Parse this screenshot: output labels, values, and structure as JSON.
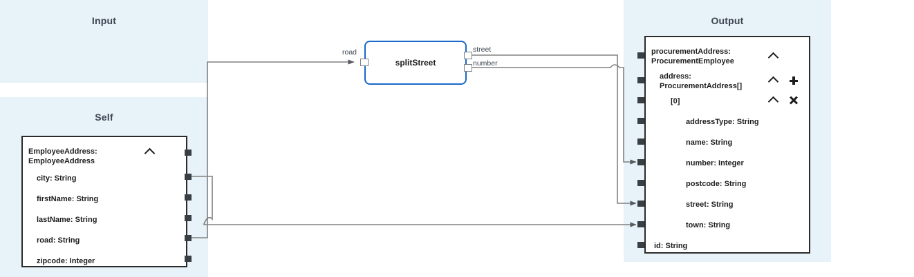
{
  "panels": {
    "input": {
      "title": "Input"
    },
    "self": {
      "title": "Self"
    },
    "output": {
      "title": "Output"
    }
  },
  "self_node": {
    "title_line1": "EmployeeAddress:",
    "title_line2": "EmployeeAddress",
    "collapse_icon": "chevron-up-icon",
    "fields": [
      {
        "label": "city: String"
      },
      {
        "label": "firstName: String"
      },
      {
        "label": "lastName: String"
      },
      {
        "label": "road: String"
      },
      {
        "label": "zipcode: Integer"
      }
    ]
  },
  "split_node": {
    "name": "splitStreet",
    "input_ports": [
      {
        "label": "road"
      }
    ],
    "output_ports": [
      {
        "label": "street"
      },
      {
        "label": "number"
      }
    ]
  },
  "output_node": {
    "rows": [
      {
        "label": "procurementAddress:\nProcurementEmployee",
        "indent": 0,
        "icons": [
          "chevron-up-icon"
        ]
      },
      {
        "label": "address:\nProcurementAddress[]",
        "indent": 1,
        "icons": [
          "chevron-up-icon",
          "plus-icon"
        ]
      },
      {
        "label": "[0]",
        "indent": 2,
        "icons": [
          "chevron-up-icon",
          "close-icon"
        ]
      },
      {
        "label": "addressType: String",
        "indent": 3,
        "icons": []
      },
      {
        "label": "name: String",
        "indent": 3,
        "icons": []
      },
      {
        "label": "number: Integer",
        "indent": 3,
        "icons": []
      },
      {
        "label": "postcode: String",
        "indent": 3,
        "icons": []
      },
      {
        "label": "street: String",
        "indent": 3,
        "icons": []
      },
      {
        "label": "town: String",
        "indent": 3,
        "icons": []
      },
      {
        "label": "id: String",
        "indent": 1,
        "icons": []
      }
    ]
  },
  "colors": {
    "panel_bg": "#e8f2f9",
    "node_border": "#2b2b2b",
    "split_border": "#1868c8",
    "wire": "#808080",
    "port": "#3a3f44"
  }
}
